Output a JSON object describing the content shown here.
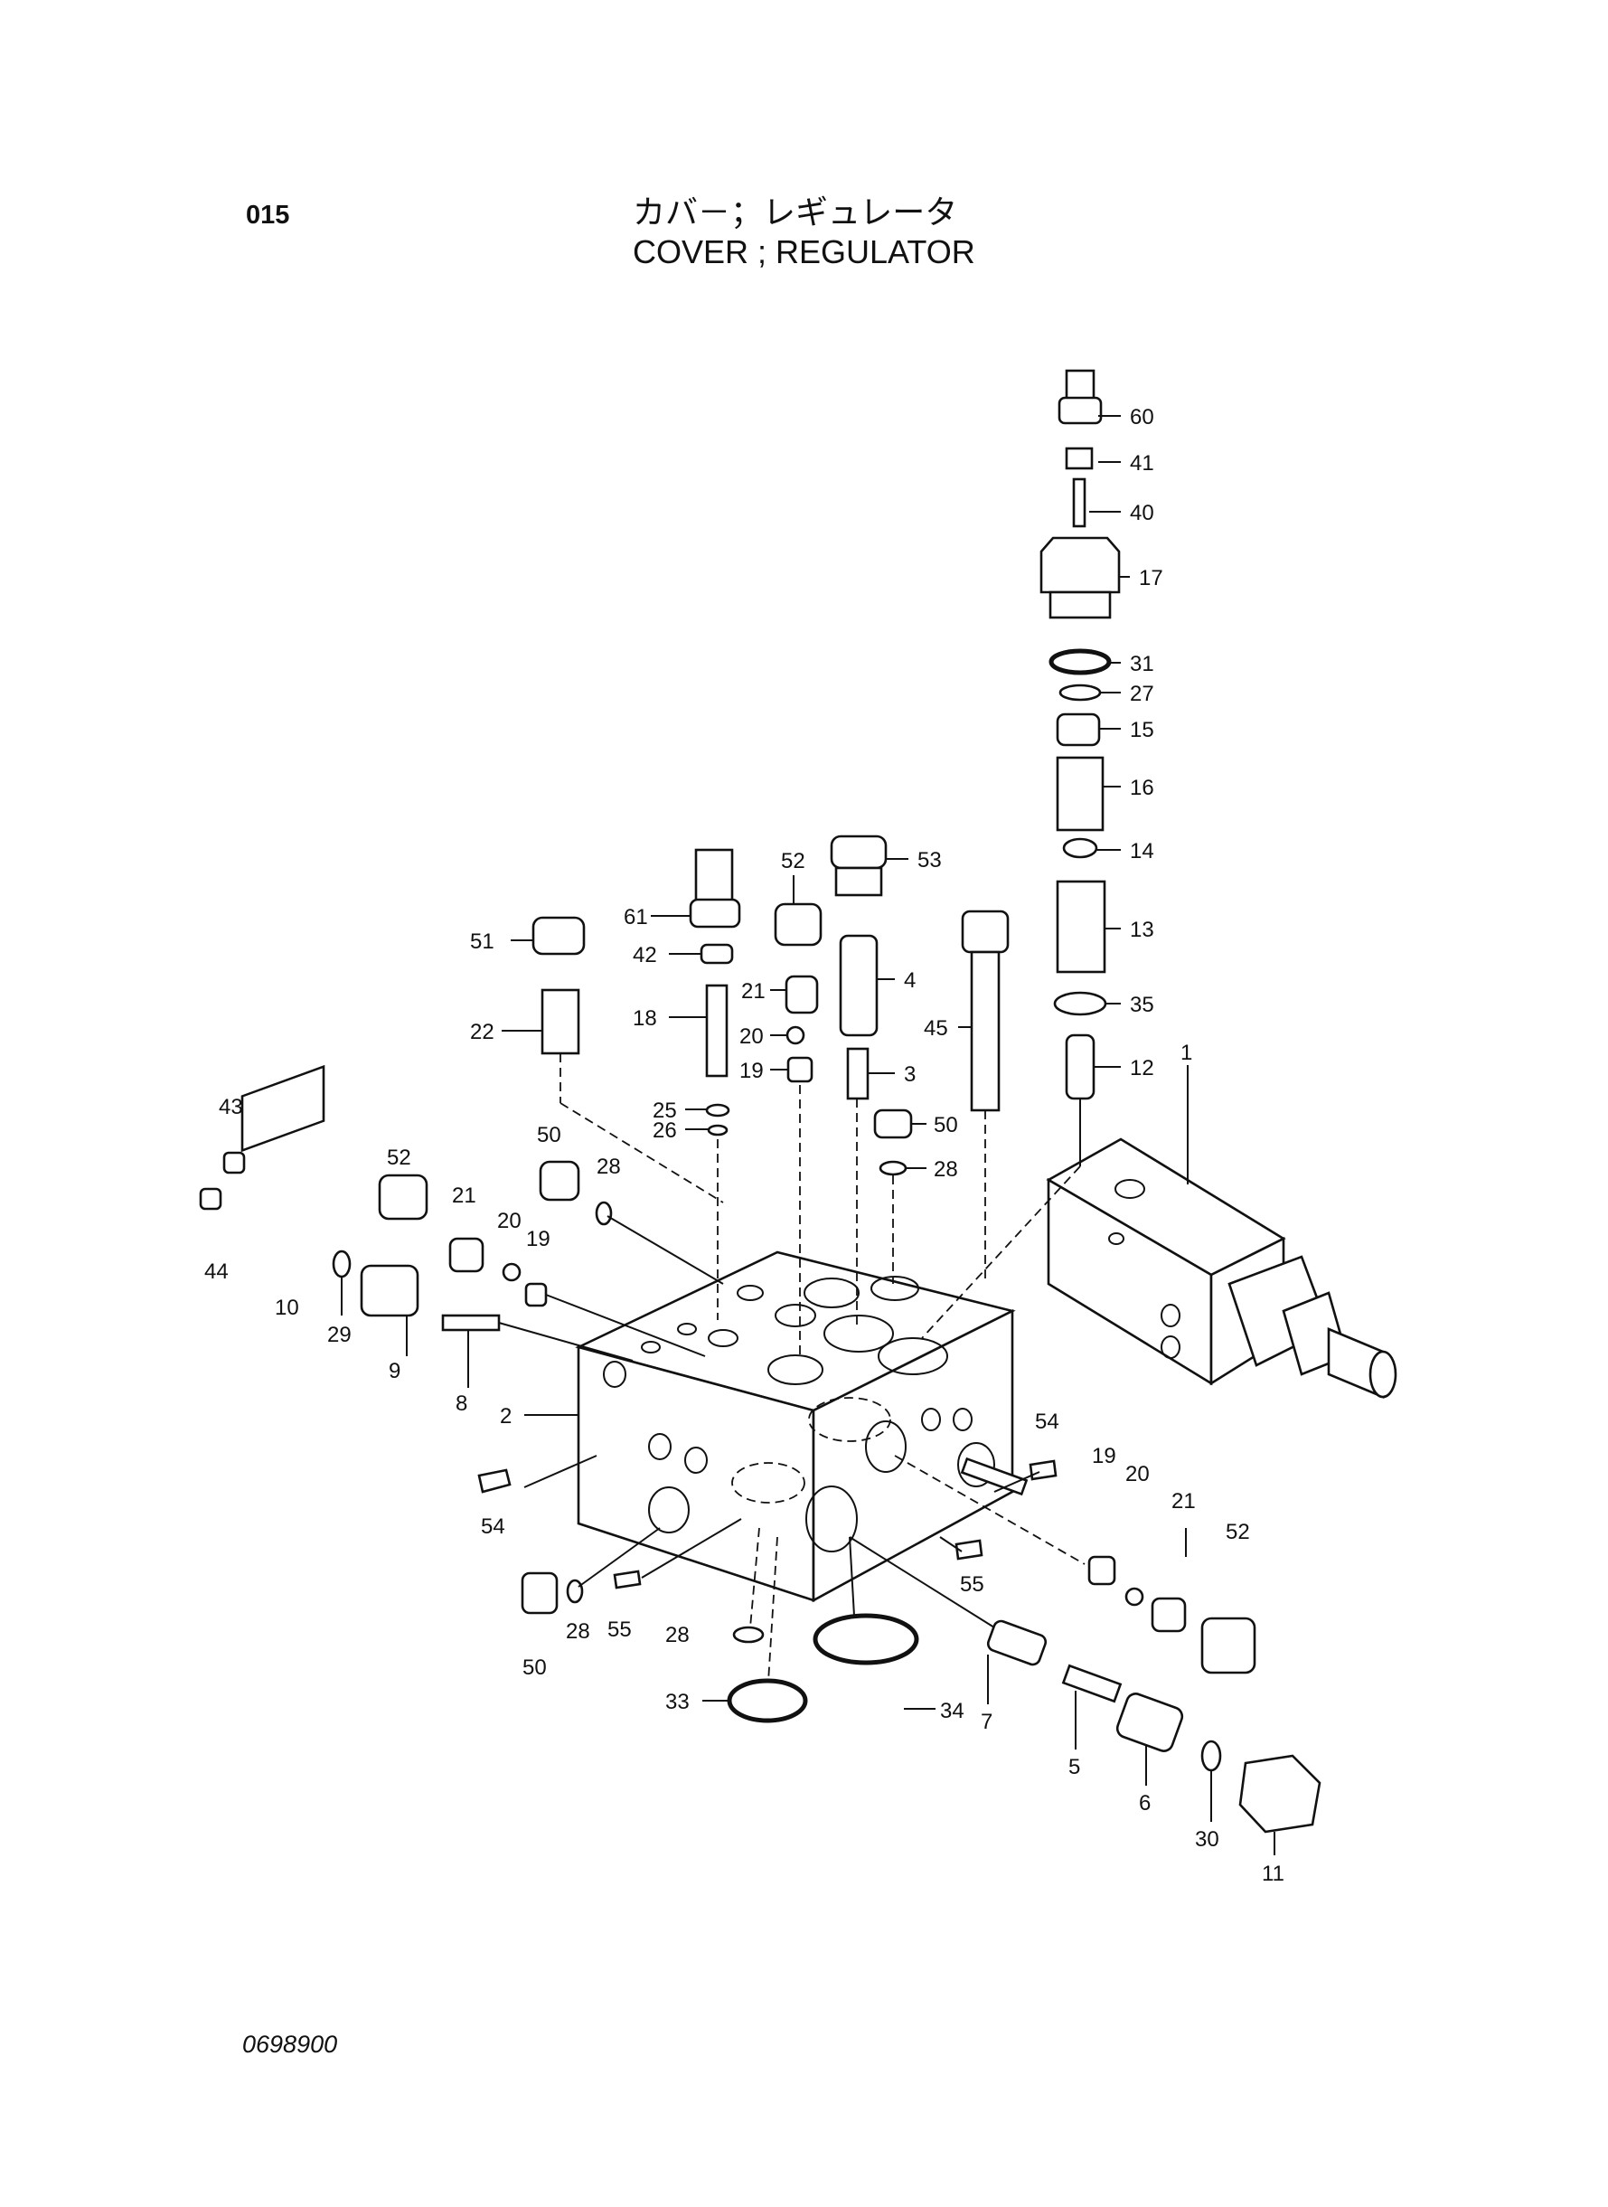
{
  "header": {
    "page_number": "015",
    "title_jp": "カバ－；レギュレータ",
    "title_en": "COVER ; REGULATOR"
  },
  "footer": {
    "drawing_code": "0698900"
  },
  "callouts": [
    {
      "id": "c60",
      "text": "60"
    },
    {
      "id": "c41",
      "text": "41"
    },
    {
      "id": "c40",
      "text": "40"
    },
    {
      "id": "c17",
      "text": "17"
    },
    {
      "id": "c31",
      "text": "31"
    },
    {
      "id": "c27",
      "text": "27"
    },
    {
      "id": "c15",
      "text": "15"
    },
    {
      "id": "c16",
      "text": "16"
    },
    {
      "id": "c14",
      "text": "14"
    },
    {
      "id": "c13",
      "text": "13"
    },
    {
      "id": "c35",
      "text": "35"
    },
    {
      "id": "c12",
      "text": "12"
    },
    {
      "id": "c1",
      "text": "1"
    },
    {
      "id": "c53",
      "text": "53"
    },
    {
      "id": "c52a",
      "text": "52"
    },
    {
      "id": "c61",
      "text": "61"
    },
    {
      "id": "c51",
      "text": "51"
    },
    {
      "id": "c42",
      "text": "42"
    },
    {
      "id": "c4",
      "text": "4"
    },
    {
      "id": "c21a",
      "text": "21"
    },
    {
      "id": "c18",
      "text": "18"
    },
    {
      "id": "c45",
      "text": "45"
    },
    {
      "id": "c22",
      "text": "22"
    },
    {
      "id": "c20a",
      "text": "20"
    },
    {
      "id": "c19a",
      "text": "19"
    },
    {
      "id": "c3",
      "text": "3"
    },
    {
      "id": "c25",
      "text": "25"
    },
    {
      "id": "c26",
      "text": "26"
    },
    {
      "id": "c50a",
      "text": "50"
    },
    {
      "id": "c28a",
      "text": "28"
    },
    {
      "id": "c43",
      "text": "43"
    },
    {
      "id": "c50b",
      "text": "50"
    },
    {
      "id": "c28b",
      "text": "28"
    },
    {
      "id": "c52b",
      "text": "52"
    },
    {
      "id": "c21b",
      "text": "21"
    },
    {
      "id": "c20b",
      "text": "20"
    },
    {
      "id": "c19b",
      "text": "19"
    },
    {
      "id": "c44",
      "text": "44"
    },
    {
      "id": "c10",
      "text": "10"
    },
    {
      "id": "c29",
      "text": "29"
    },
    {
      "id": "c9",
      "text": "9"
    },
    {
      "id": "c8",
      "text": "8"
    },
    {
      "id": "c2",
      "text": "2"
    },
    {
      "id": "c54a",
      "text": "54"
    },
    {
      "id": "c19c",
      "text": "19"
    },
    {
      "id": "c20c",
      "text": "20"
    },
    {
      "id": "c21c",
      "text": "21"
    },
    {
      "id": "c52c",
      "text": "52"
    },
    {
      "id": "c54b",
      "text": "54"
    },
    {
      "id": "c55a",
      "text": "55"
    },
    {
      "id": "c50c",
      "text": "50"
    },
    {
      "id": "c28c",
      "text": "28"
    },
    {
      "id": "c55b",
      "text": "55"
    },
    {
      "id": "c28d",
      "text": "28"
    },
    {
      "id": "c34",
      "text": "34"
    },
    {
      "id": "c33",
      "text": "33"
    },
    {
      "id": "c7",
      "text": "7"
    },
    {
      "id": "c5",
      "text": "5"
    },
    {
      "id": "c6",
      "text": "6"
    },
    {
      "id": "c30",
      "text": "30"
    },
    {
      "id": "c11",
      "text": "11"
    }
  ]
}
